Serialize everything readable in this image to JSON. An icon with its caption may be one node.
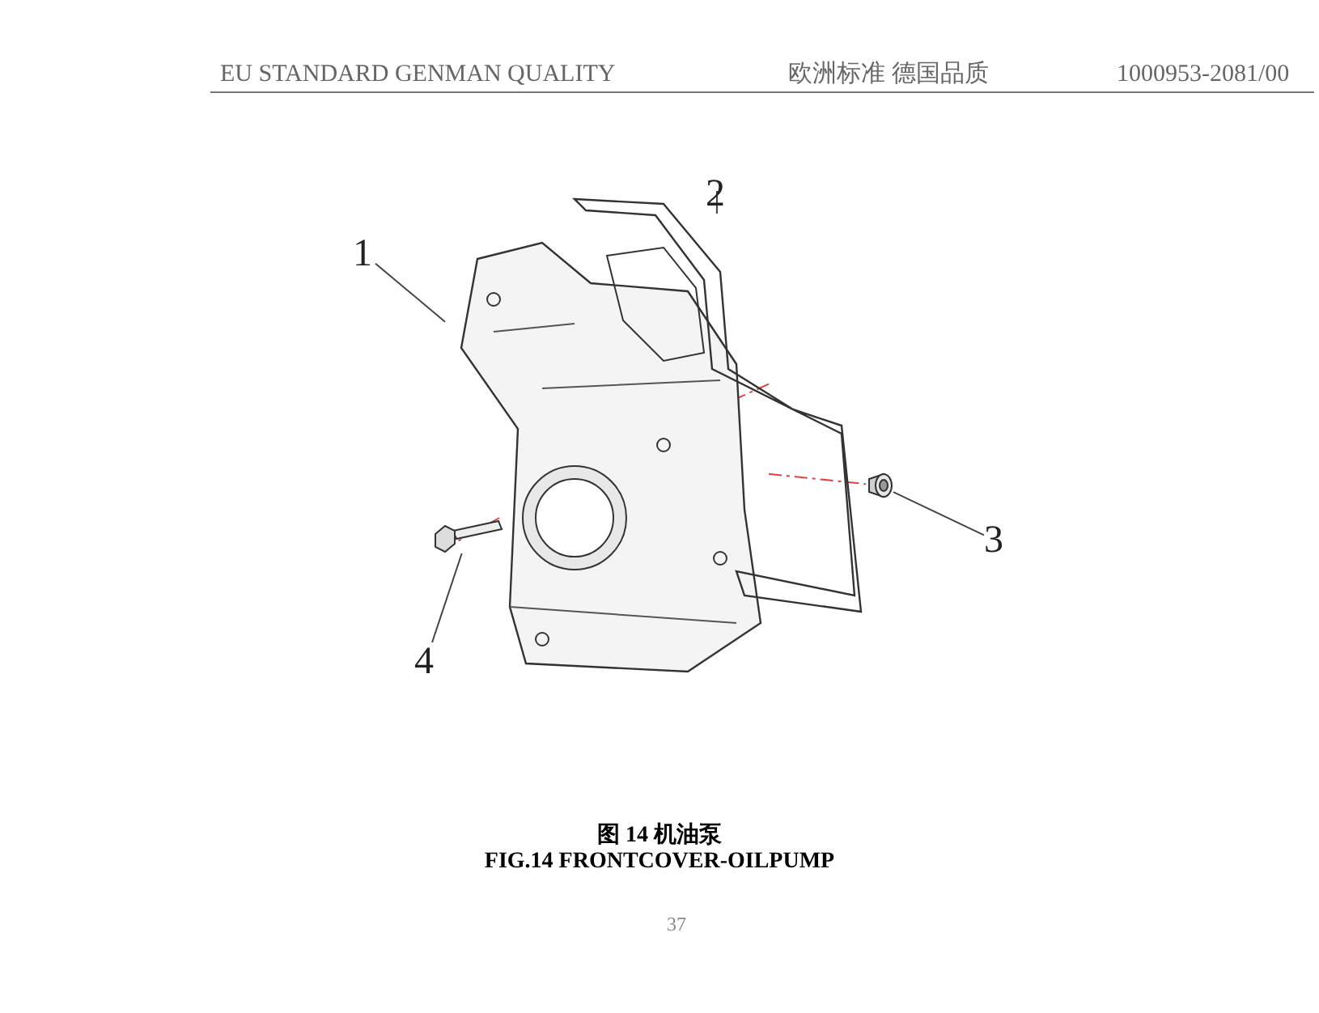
{
  "diagram": {
    "title": "图 14 机油泵",
    "caption": "FIG.14 FRONTCOVER-OILPUMP",
    "nodes": [
      {
        "text": [
          "1"
        ]
      },
      {
        "text": [],
        "shape": "picture"
      },
      {
        "text": [
          "2"
        ]
      },
      {
        "text": [],
        "shape": "picture"
      },
      {
        "text": [
          "3"
        ]
      },
      {
        "text": [],
        "shape": "picture"
      },
      {
        "text": [
          "4"
        ]
      },
      {
        "text": [],
        "shape": "picture"
      }
    ],
    "edges": [
      {
        "from": 0,
        "to": 1,
        "arrow": "none"
      },
      {
        "from": 2,
        "to": 3,
        "arrow": "none"
      },
      {
        "from": 4,
        "to": 5,
        "arrow": "none"
      },
      {
        "from": 6,
        "to": 7,
        "arrow": "none"
      },
      {
        "from": 7,
        "to": 1,
        "arrow": "none",
        "style": "dashed",
        "color": "#dd4444"
      },
      {
        "from": 1,
        "to": 5,
        "arrow": "none",
        "style": "dashed",
        "color": "#dd4444"
      },
      {
        "from": 1,
        "to": 3,
        "arrow": "none",
        "style": "dashed",
        "color": "#dd4444"
      }
    ],
    "labels": [
      "EU STANDARD GENMAN QUALITY",
      "欧洲标准 德国品质",
      "1000953-2081/00",
      "37"
    ]
  }
}
